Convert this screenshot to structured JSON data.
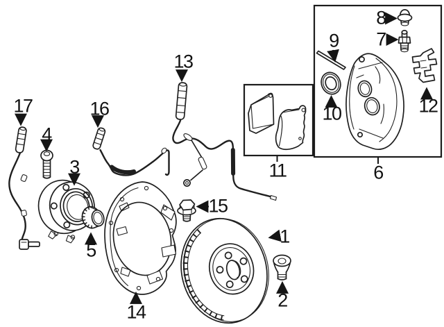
{
  "figure": {
    "background": "#ffffff",
    "line_color": "#1f1f1f",
    "label_color": "#111111"
  },
  "callouts": [
    {
      "label": "1"
    },
    {
      "label": "2"
    },
    {
      "label": "3"
    },
    {
      "label": "4"
    },
    {
      "label": "5"
    },
    {
      "label": "6"
    },
    {
      "label": "7"
    },
    {
      "label": "8"
    },
    {
      "label": "9"
    },
    {
      "label": "10"
    },
    {
      "label": "11"
    },
    {
      "label": "12"
    },
    {
      "label": "13"
    },
    {
      "label": "14"
    },
    {
      "label": "15"
    },
    {
      "label": "16"
    },
    {
      "label": "17"
    }
  ]
}
